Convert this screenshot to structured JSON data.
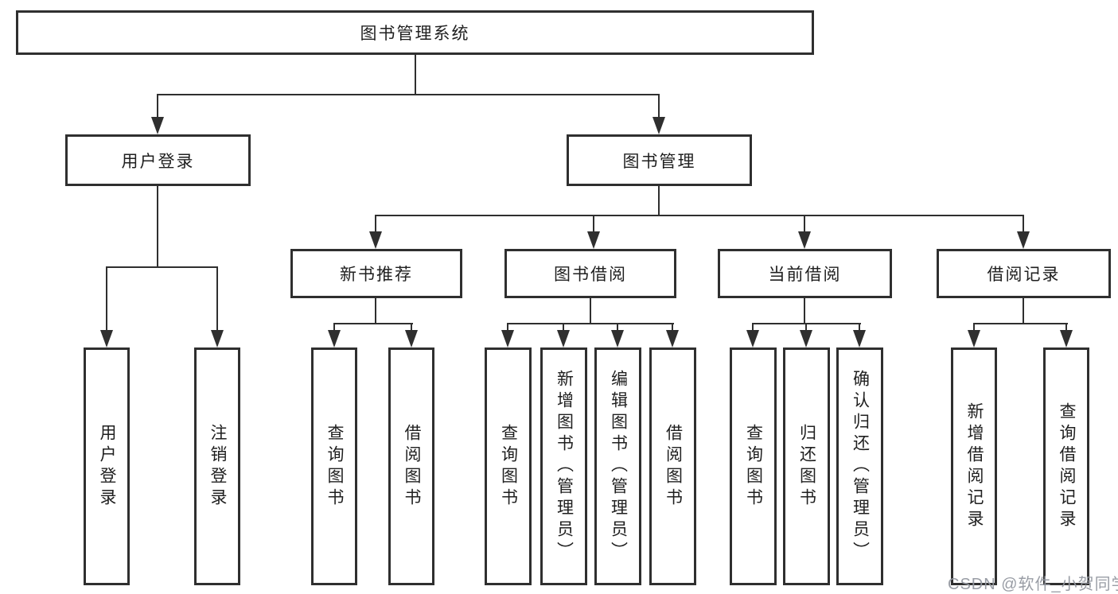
{
  "diagram_title": "图书管理系统",
  "tree": {
    "root": {
      "label": "图书管理系统"
    },
    "branches": [
      {
        "label": "用户登录",
        "children": [
          {
            "label": "用户登录"
          },
          {
            "label": "注销登录"
          }
        ]
      },
      {
        "label": "图书管理",
        "children": [
          {
            "label": "新书推荐",
            "children": [
              {
                "label": "查询图书"
              },
              {
                "label": "借阅图书"
              }
            ]
          },
          {
            "label": "图书借阅",
            "children": [
              {
                "label": "查询图书"
              },
              {
                "label": "新增图书（管理员）"
              },
              {
                "label": "编辑图书（管理员）"
              },
              {
                "label": "借阅图书"
              }
            ]
          },
          {
            "label": "当前借阅",
            "children": [
              {
                "label": "查询图书"
              },
              {
                "label": "归还图书"
              },
              {
                "label": "确认归还（管理员）"
              }
            ]
          },
          {
            "label": "借阅记录",
            "children": [
              {
                "label": "新增借阅记录"
              },
              {
                "label": "查询借阅记录"
              }
            ]
          }
        ]
      }
    ]
  },
  "watermark": {
    "text": "CSDN @软件_小贺同学",
    "color": "#9498a0"
  },
  "colors": {
    "box_border": "#2f2f2f",
    "connector": "#2f2f2f",
    "text": "#1f1f1f",
    "background": "#ffffff"
  }
}
